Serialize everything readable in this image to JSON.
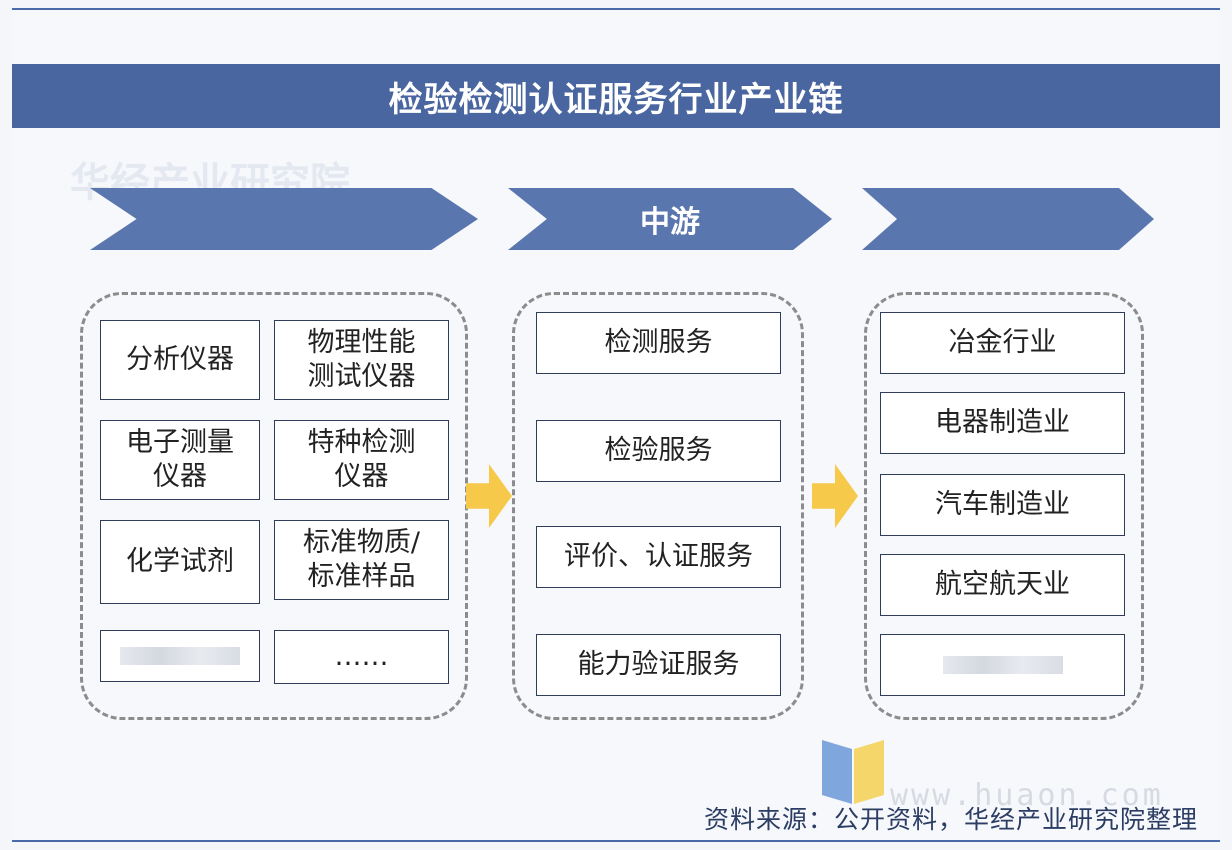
{
  "title": "检验检测认证服务行业产业链",
  "watermark": {
    "text": "华经产业研究院"
  },
  "stages": {
    "upstream_label": "",
    "midstream_label": "中游",
    "downstream_label": ""
  },
  "upstream": {
    "items": [
      "分析仪器",
      "物理性能\n测试仪器",
      "电子测量\n仪器",
      "特种检测\n仪器",
      "化学试剂",
      "标准物质/\n标准样品",
      "",
      "……"
    ]
  },
  "midstream": {
    "items": [
      "检测服务",
      "检验服务",
      "评价、认证服务",
      "能力验证服务"
    ]
  },
  "downstream": {
    "items": [
      "冶金行业",
      "电器制造业",
      "汽车制造业",
      "航空航天业",
      ""
    ]
  },
  "footer": {
    "site": "www.huaon.com",
    "source": "资料来源：公开资料，华经产业研究院整理"
  },
  "colors": {
    "title_bar": "#4a66a0",
    "chevron": "#5a76ae",
    "arrow": "#f7c94a",
    "source_text": "#2b3d63"
  },
  "icons": [
    "arrow-right-icon",
    "huaon-logo-icon"
  ]
}
